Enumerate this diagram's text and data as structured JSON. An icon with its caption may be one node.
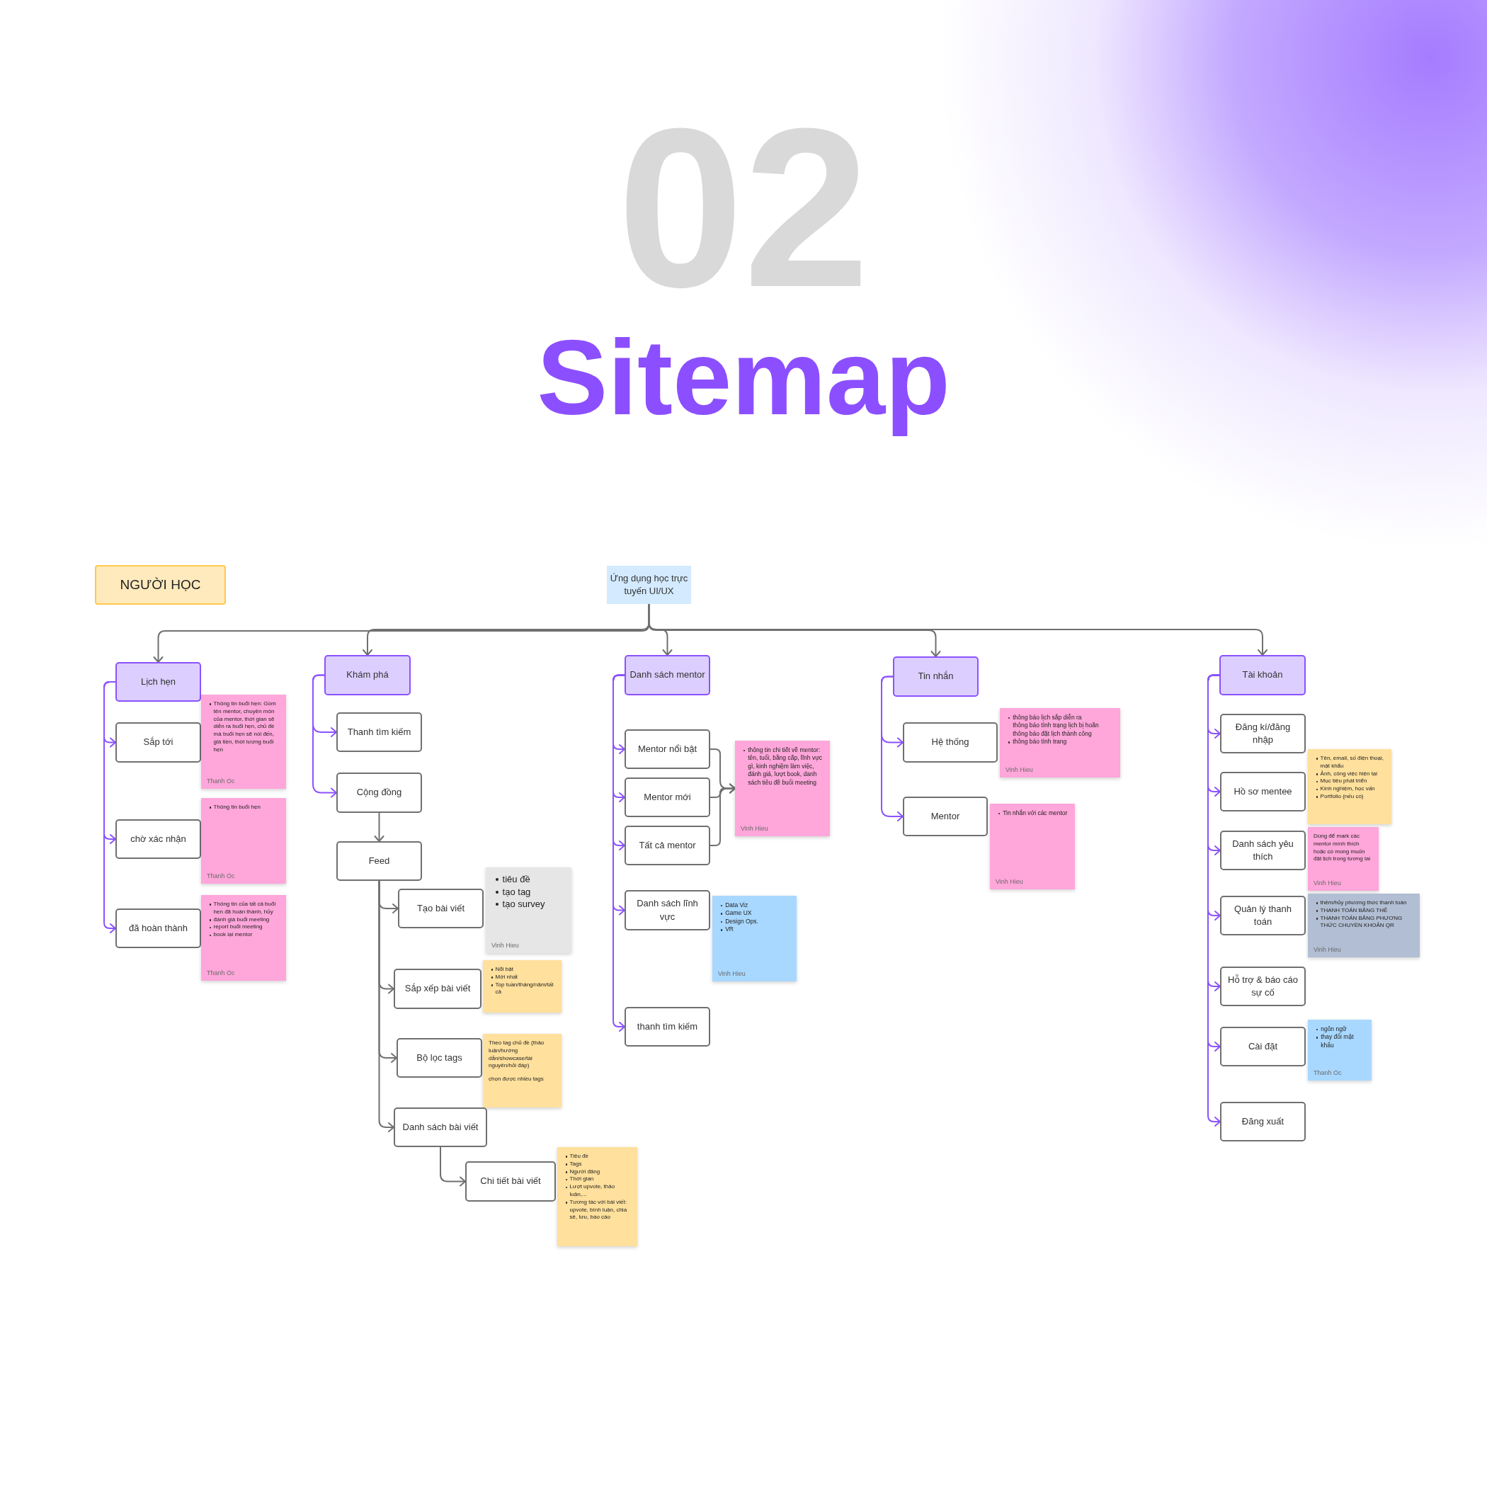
{
  "diagram": {
    "title": "Sitemap",
    "nodes": [
      {
        "text": [
          "NGƯỜI HỌC"
        ]
      },
      {
        "text": [
          "Ứng dụng học trực tuyến UI/UX"
        ]
      },
      {
        "text": [
          "Lịch hẹn"
        ]
      },
      {
        "text": [
          "Sắp tới"
        ]
      },
      {
        "text": [
          "Thông tin buổi hẹn: Gồm tên mentor, chuyên môn của mentor, thời gian sẽ diễn ra buổi hẹn, chủ đề mà buổi hẹn sẽ nói đến, giá tiền, thời lượng buổi hẹn",
          "Thanh Oc"
        ]
      },
      {
        "text": [
          "chờ xác nhận"
        ]
      },
      {
        "text": [
          "Thông tin buổi hẹn",
          "Thanh Oc"
        ]
      },
      {
        "text": [
          "đã hoàn thành"
        ]
      },
      {
        "text": [
          "Thông tin của tất cả buổi hẹn đã hoàn thành, hủy",
          "đánh giá buổi meeting",
          "report buổi meeting",
          "book lại mentor",
          "Thanh Oc"
        ]
      },
      {
        "text": [
          "Khám phá"
        ]
      },
      {
        "text": [
          "Thanh tìm kiếm"
        ]
      },
      {
        "text": [
          "Cộng đồng"
        ]
      },
      {
        "text": [
          "Feed"
        ]
      },
      {
        "text": [
          "Tạo bài viết"
        ]
      },
      {
        "text": [
          "tiêu đề",
          "tạo tag",
          "tạo survey",
          "Vinh Hieu"
        ]
      },
      {
        "text": [
          "Sắp xếp bài viết"
        ]
      },
      {
        "text": [
          "Nổi bật",
          "Mới nhất",
          "Top tuần/tháng/năm/tất cả"
        ]
      },
      {
        "text": [
          "Bộ lọc tags"
        ]
      },
      {
        "text": [
          "Theo tag chủ đề (thảo luận/hướng dẫn/showcase/tài nguyên/hỏi đáp)",
          "chọn được nhiều tags"
        ]
      },
      {
        "text": [
          "Danh sách bài viết"
        ]
      },
      {
        "text": [
          "Chi tiết bài viết"
        ]
      },
      {
        "text": [
          "Tiêu đề",
          "Tags",
          "Người đăng",
          "Thời gian",
          "Lượt upvote, thảo luận,...",
          "Tương tác với bài viết: upvote, bình luận, chia sẻ, lưu, báo cáo"
        ]
      },
      {
        "text": [
          "Danh sách mentor"
        ]
      },
      {
        "text": [
          "Mentor nổi bật"
        ]
      },
      {
        "text": [
          "Mentor mới"
        ]
      },
      {
        "text": [
          "Tất cả mentor"
        ]
      },
      {
        "text": [
          "thông tin chi tiết về mentor: tên, tuổi, bằng cấp, lĩnh vực gì, kinh nghiệm làm việc, đánh giá, lượt book, danh sách tiêu đề buổi meeting",
          "Vinh Hieu"
        ]
      },
      {
        "text": [
          "Danh sách lĩnh vực"
        ]
      },
      {
        "text": [
          "Data Viz",
          "Game UX",
          "Design Ops.",
          "VR",
          "Vinh Hieu"
        ]
      },
      {
        "text": [
          "thanh tìm kiếm"
        ]
      },
      {
        "text": [
          "Tin nhắn"
        ]
      },
      {
        "text": [
          "Hệ thống"
        ]
      },
      {
        "text": [
          "thông báo lịch sắp diễn ra",
          "thông báo tình trạng lịch bị hoãn",
          "thông báo đặt lịch thành công",
          "thông báo tình trang",
          "Vinh Hieu"
        ]
      },
      {
        "text": [
          "Mentor"
        ]
      },
      {
        "text": [
          "Tin nhắn với các mentor",
          "Vinh Hieu"
        ]
      },
      {
        "text": [
          "Tài khoản"
        ]
      },
      {
        "text": [
          "Đăng kí/đăng nhập"
        ]
      },
      {
        "text": [
          "Hồ sơ mentee"
        ]
      },
      {
        "text": [
          "Tên, email, số điện thoại, mật khẩu",
          "Ảnh, công việc hiện tại",
          "Mục tiêu phát triển",
          "Kinh nghiệm, học vấn",
          "Portfolio (nếu có)"
        ]
      },
      {
        "text": [
          "Danh sách yêu thích"
        ]
      },
      {
        "text": [
          "Dùng để mark các mentor mình thích hoặc có mong muốn đặt lịch trong tương lai",
          "Vinh Hieu"
        ]
      },
      {
        "text": [
          "Quản lý thanh toán"
        ]
      },
      {
        "text": [
          "thêm/hủy phương thức thanh toán",
          "THANH TOÁN BẰNG THẺ",
          "THANH TOÁN BẰNG PHƯƠNG THỨC CHUYỂN KHOẢN QR",
          "Vinh Hieu"
        ]
      },
      {
        "text": [
          "Hỗ trợ & báo cáo sự cố"
        ]
      },
      {
        "text": [
          "Cài đặt"
        ]
      },
      {
        "text": [
          "ngôn ngữ",
          "thay đổi mật khẩu",
          "Thanh Oc"
        ]
      },
      {
        "text": [
          "Đăng xuất"
        ]
      }
    ],
    "edges": [
      {
        "from": 1,
        "to": 2,
        "arrow": "to",
        "color": "#707070"
      },
      {
        "from": 1,
        "to": 9,
        "arrow": "to",
        "color": "#707070"
      },
      {
        "from": 1,
        "to": 22,
        "arrow": "to",
        "color": "#707070"
      },
      {
        "from": 1,
        "to": 30,
        "arrow": "to",
        "color": "#707070"
      },
      {
        "from": 1,
        "to": 35,
        "arrow": "to",
        "color": "#707070"
      },
      {
        "from": 2,
        "to": 3,
        "arrow": "to"
      },
      {
        "from": 2,
        "to": 5,
        "arrow": "to"
      },
      {
        "from": 2,
        "to": 7,
        "arrow": "to"
      },
      {
        "from": 9,
        "to": 10,
        "arrow": "to"
      },
      {
        "from": 9,
        "to": 11,
        "arrow": "to"
      },
      {
        "from": 11,
        "to": 12,
        "arrow": "to",
        "color": "#707070"
      },
      {
        "from": 12,
        "to": 13,
        "arrow": "to",
        "color": "#707070"
      },
      {
        "from": 12,
        "to": 15,
        "arrow": "to",
        "color": "#707070"
      },
      {
        "from": 12,
        "to": 17,
        "arrow": "to",
        "color": "#707070"
      },
      {
        "from": 12,
        "to": 19,
        "arrow": "to",
        "color": "#707070"
      },
      {
        "from": 19,
        "to": 20,
        "arrow": "to",
        "color": "#707070"
      },
      {
        "from": 22,
        "to": 23,
        "arrow": "to"
      },
      {
        "from": 22,
        "to": 24,
        "arrow": "to"
      },
      {
        "from": 22,
        "to": 25,
        "arrow": "to"
      },
      {
        "from": 22,
        "to": 27,
        "arrow": "to"
      },
      {
        "from": 22,
        "to": 29,
        "arrow": "to"
      },
      {
        "from": 23,
        "to": 26,
        "arrow": "to",
        "color": "#707070"
      },
      {
        "from": 24,
        "to": 26,
        "arrow": "to",
        "color": "#707070"
      },
      {
        "from": 25,
        "to": 26,
        "arrow": "to",
        "color": "#707070"
      },
      {
        "from": 30,
        "to": 31,
        "arrow": "to"
      },
      {
        "from": 30,
        "to": 33,
        "arrow": "to"
      },
      {
        "from": 35,
        "to": 36,
        "arrow": "to"
      },
      {
        "from": 35,
        "to": 37,
        "arrow": "to"
      },
      {
        "from": 35,
        "to": 39,
        "arrow": "to"
      },
      {
        "from": 35,
        "to": 41,
        "arrow": "to"
      },
      {
        "from": 35,
        "to": 43,
        "arrow": "to"
      },
      {
        "from": 35,
        "to": 44,
        "arrow": "to"
      },
      {
        "from": 35,
        "to": 46,
        "arrow": "to"
      }
    ],
    "labels": [
      "02"
    ]
  }
}
